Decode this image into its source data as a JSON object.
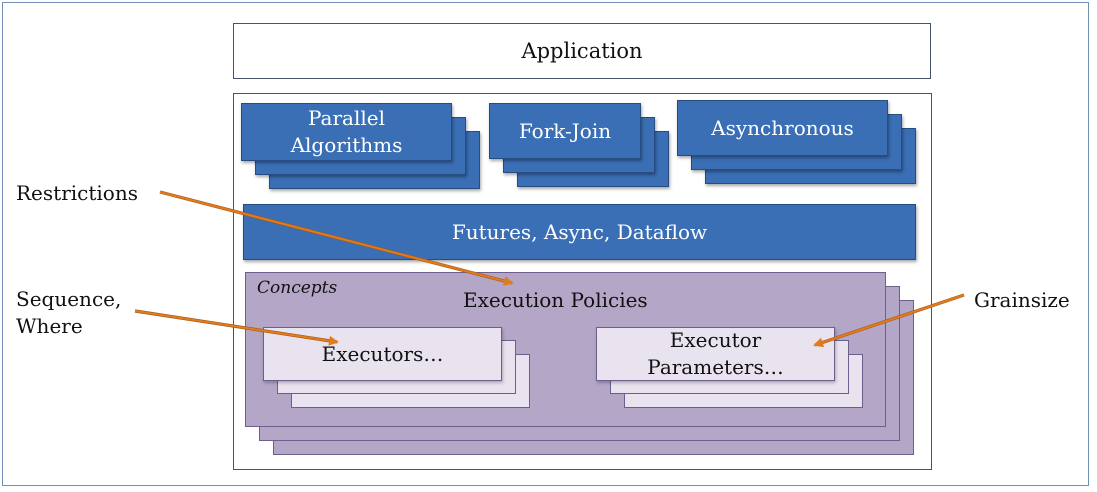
{
  "application": "Application",
  "stacks": {
    "parallel_algorithms": "Parallel\nAlgorithms",
    "fork_join": "Fork-Join",
    "asynchronous": "Asynchronous"
  },
  "futures_bar": "Futures, Async, Dataflow",
  "concepts": {
    "label": "Concepts",
    "execution_policies": "Execution Policies",
    "executors": "Executors…",
    "executor_parameters": "Executor\nParameters…"
  },
  "side_labels": {
    "restrictions": "Restrictions",
    "sequence_where": "Sequence,\nWhere",
    "grainsize": "Grainsize"
  },
  "colors": {
    "blue": "#3a6fb5",
    "purple": "#b3a6c7",
    "lilac": "#e9e3ef",
    "arrow": "#e07b1f"
  }
}
